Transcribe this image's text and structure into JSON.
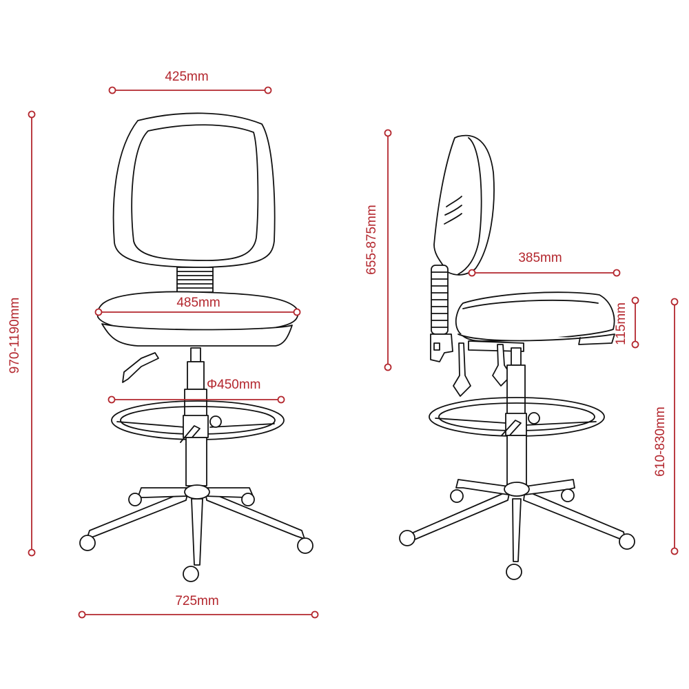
{
  "diagram": {
    "subject": "Drafting chair dimension drawing",
    "views": [
      "front",
      "side"
    ],
    "dimension_color": "#b3262d",
    "line_color": "#111111",
    "background": "#ffffff"
  },
  "front_view": {
    "backrest_width": "425mm",
    "seat_width": "485mm",
    "footring_diameter": "Φ450mm",
    "base_width": "725mm",
    "overall_height": "970-1190mm"
  },
  "side_view": {
    "backrest_height_from_seat": "655-875mm",
    "seat_depth": "385mm",
    "seat_thickness": "115mm",
    "seat_height": "610-830mm"
  }
}
